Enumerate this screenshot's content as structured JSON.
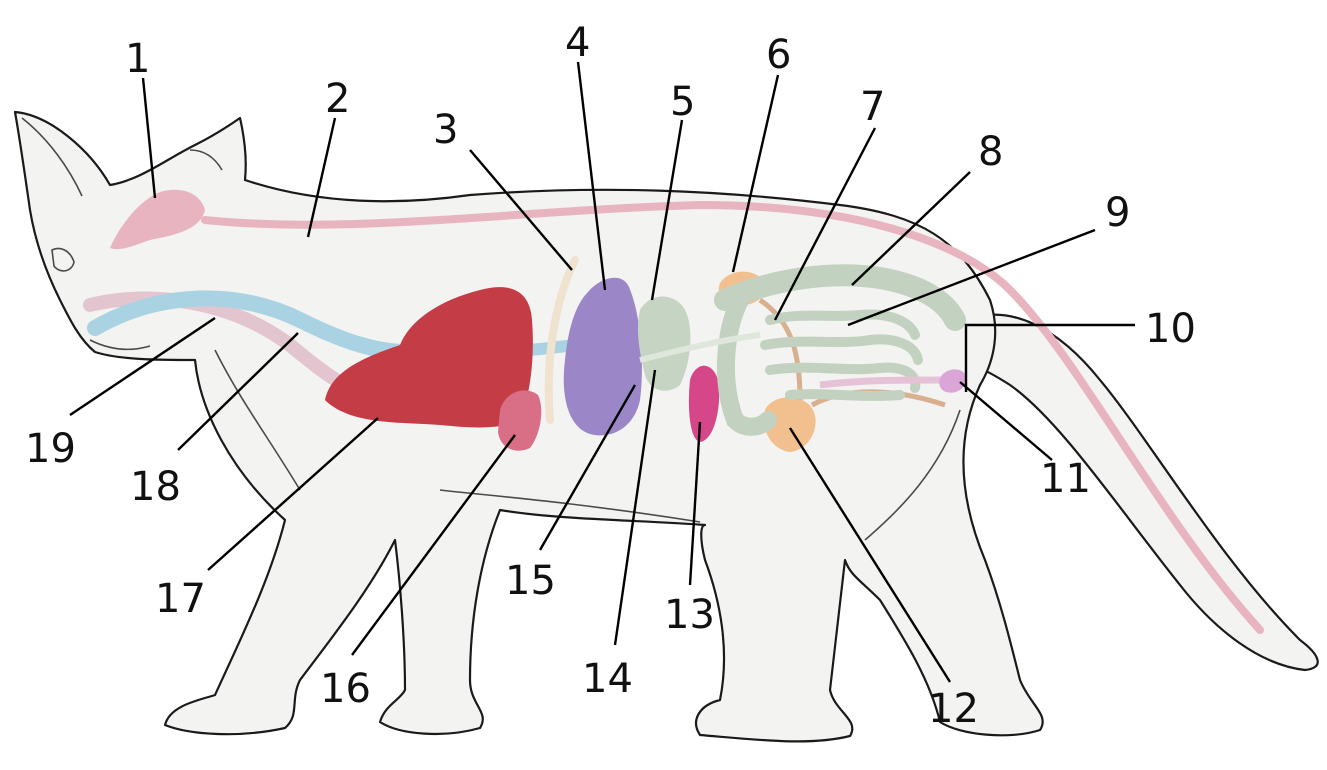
{
  "labels": {
    "n1": "1",
    "n2": "2",
    "n3": "3",
    "n4": "4",
    "n5": "5",
    "n6": "6",
    "n7": "7",
    "n8": "8",
    "n9": "9",
    "n10": "10",
    "n11": "11",
    "n12": "12",
    "n13": "13",
    "n14": "14",
    "n15": "15",
    "n16": "16",
    "n17": "17",
    "n18": "18",
    "n19": "19"
  },
  "colors": {
    "outline": "#1a1a1a",
    "body_fill": "#f3f3f1",
    "brain_spine": "#e7b4c0",
    "trachea": "#a9d3e2",
    "esophagus": "#e3c5cf",
    "lungs": "#c43c45",
    "heart": "#d86f86",
    "diaphragm": "#efe2cf",
    "liver": "#9b86c8",
    "stomach": "#c6d4c4",
    "spleen": "#d6478a",
    "kidney": "#f2c08e",
    "ureter": "#d8b090",
    "intestine": "#c3d2c0",
    "bladder": "#dca5d8"
  }
}
